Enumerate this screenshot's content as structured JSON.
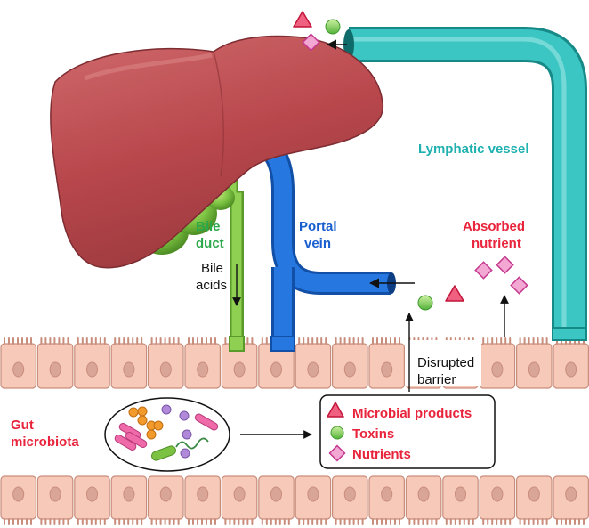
{
  "colors": {
    "liver": "#b8474c",
    "gallbladder": "#7cc242",
    "bile_duct": "#7cc242",
    "portal_vein": "#1f6fd1",
    "lymphatic_vessel": "#21b3b0",
    "intestine_wall": "#f6c9b9",
    "red_label": "#e8253c",
    "green_label": "#2aa84a",
    "blue_label": "#1a5fcf",
    "teal_label": "#1fb0b0"
  },
  "labels": {
    "lymphatic_vessel": "Lymphatic vessel",
    "bile_duct_line1": "Bile",
    "bile_duct_line2": "duct",
    "portal_vein_line1": "Portal",
    "portal_vein_line2": "vein",
    "bile_acids_line1": "Bile",
    "bile_acids_line2": "acids",
    "absorbed_nutrient_line1": "Absorbed",
    "absorbed_nutrient_line2": "nutrient",
    "disrupted_barrier_line1": "Disrupted",
    "disrupted_barrier_line2": "barrier",
    "gut_microbiota_line1": "Gut",
    "gut_microbiota_line2": "microbiota"
  },
  "legend": {
    "items": [
      {
        "icon": "triangle-icon",
        "text": "Microbial products"
      },
      {
        "icon": "circle-icon",
        "text": "Toxins"
      },
      {
        "icon": "diamond-icon",
        "text": "Nutrients"
      }
    ]
  }
}
